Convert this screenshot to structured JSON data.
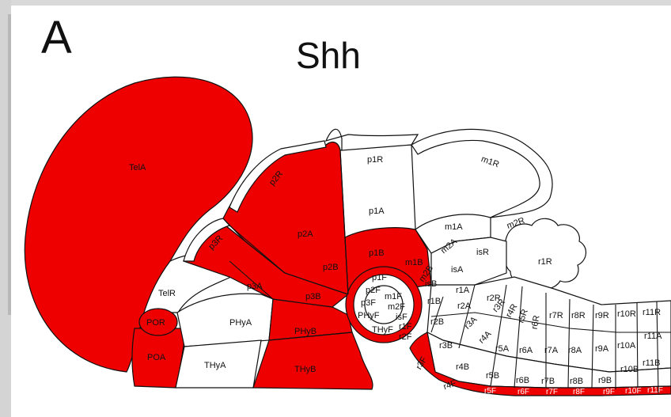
{
  "panel_letter": "A",
  "gene": "Shh",
  "colors": {
    "expressed": "#ee0000",
    "not_expressed": "#ffffff",
    "outline": "#111111",
    "background": "#d9d9d9"
  },
  "regions": {
    "TelA": "TelA",
    "TelR": "TelR",
    "POR": "POR",
    "POA": "POA",
    "PHyA": "PHyA",
    "THyA": "THyA",
    "PHyB": "PHyB",
    "THyB": "THyB",
    "p3R": "p3R",
    "p3A": "p3A",
    "p3B": "p3B",
    "p3F": "p3F",
    "p2R": "p2R",
    "p2A": "p2A",
    "p2B": "p2B",
    "p2F": "p2F",
    "p1R": "p1R",
    "p1A": "p1A",
    "p1B": "p1B",
    "p1F": "p1F",
    "m1R": "m1R",
    "m1A": "m1A",
    "m1B": "m1B",
    "m1F": "m1F",
    "m2R": "m2R",
    "m2A": "m2A",
    "m2B": "m2B",
    "m2F": "m2F",
    "PHyF": "PHyF",
    "THyF": "THyF",
    "isR": "isR",
    "isA": "isA",
    "isB": "isB",
    "isF": "isF",
    "r1R": "r1R",
    "r1A": "r1A",
    "r1B": "r1B",
    "r1F": "r1F",
    "r2R": "r2R",
    "r2A": "r2A",
    "r2B": "r2B",
    "r2F": "r2F",
    "r3R": "r3R",
    "r3A": "r3A",
    "r3B": "r3B",
    "r3F": "r3F",
    "r4R": "r4R",
    "r4A": "r4A",
    "r4B": "r4B",
    "r4F": "r4F",
    "r5R": "r5R",
    "r5A": "r5A",
    "r5B": "r5B",
    "r5F": "r5F",
    "r6R": "r6R",
    "r6A": "r6A",
    "r6B": "r6B",
    "r6F": "r6F",
    "r7R": "r7R",
    "r7A": "r7A",
    "r7B": "r7B",
    "r7F": "r7F",
    "r8R": "r8R",
    "r8A": "r8A",
    "r8B": "r8B",
    "r8F": "r8F",
    "r9R": "r9R",
    "r9A": "r9A",
    "r9B": "r9B",
    "r9F": "r9F",
    "r10R": "r10R",
    "r10A": "r10A",
    "r10B": "r10B",
    "r10F": "r10F",
    "r11R": "r11R",
    "r11A": "r11A",
    "r11B": "r11B",
    "r11F": "r11F"
  },
  "expressed_regions": [
    "TelA",
    "POR",
    "POA",
    "p3R",
    "p3A",
    "p3B",
    "p2R",
    "p2A",
    "p2B",
    "p1B",
    "p1F",
    "PHyB",
    "THyB",
    "r1F",
    "r2F",
    "r3F",
    "r4F",
    "r5F",
    "r6F",
    "r7F",
    "r8F",
    "r9F",
    "r10F",
    "r11F"
  ]
}
